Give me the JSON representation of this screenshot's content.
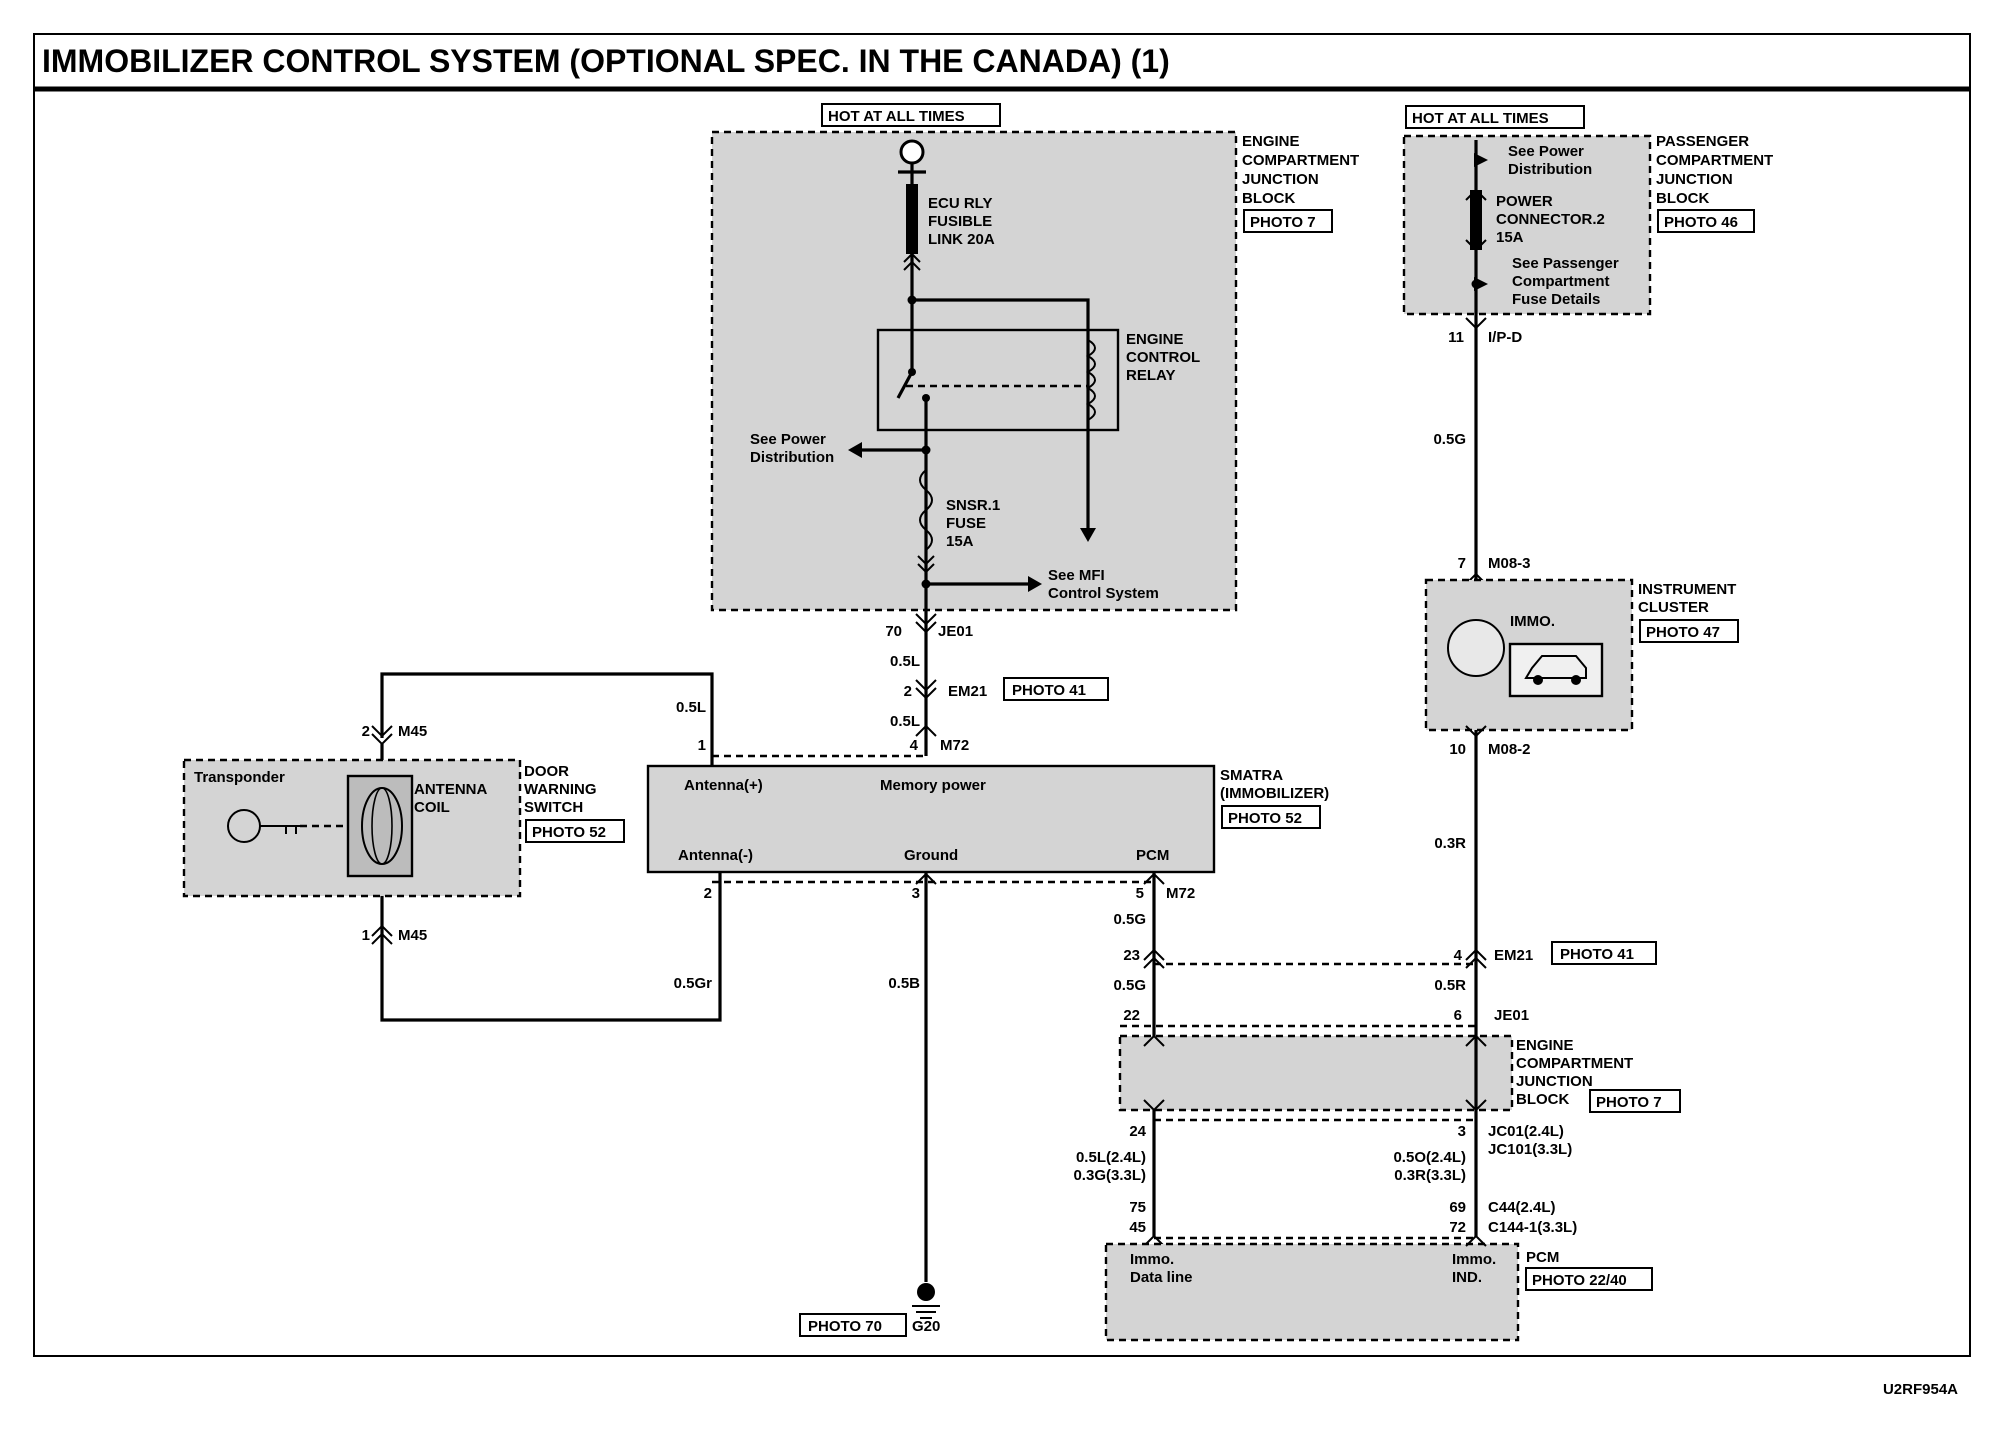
{
  "title": "IMMOBILIZER CONTROL SYSTEM (OPTIONAL SPEC. IN THE CANADA) (1)",
  "figure_code": "U2RF954A",
  "hot_at_all_times": "HOT AT ALL TIMES",
  "engine_jb": {
    "name": [
      "ENGINE",
      "COMPARTMENT",
      "JUNCTION",
      "BLOCK"
    ],
    "photo": "PHOTO 7",
    "fusible_link": [
      "ECU RLY",
      "FUSIBLE",
      "LINK 20A"
    ],
    "relay": [
      "ENGINE",
      "CONTROL",
      "RELAY"
    ],
    "see_power": [
      "See Power",
      "Distribution"
    ],
    "fuse": [
      "SNSR.1",
      "FUSE",
      "15A"
    ],
    "see_mfi": [
      "See MFI",
      "Control System"
    ]
  },
  "passenger_jb": {
    "name": [
      "PASSENGER",
      "COMPARTMENT",
      "JUNCTION",
      "BLOCK"
    ],
    "photo": "PHOTO 46",
    "see_power": [
      "See Power",
      "Distribution"
    ],
    "fuse": [
      "POWER",
      "CONNECTOR.2",
      "15A"
    ],
    "see_fuse": [
      "See Passenger",
      "Compartment",
      "Fuse Details"
    ]
  },
  "instrument_cluster": {
    "name": [
      "INSTRUMENT",
      "CLUSTER"
    ],
    "photo": "PHOTO 47",
    "immo": "IMMO."
  },
  "door_switch": {
    "name": [
      "DOOR",
      "WARNING",
      "SWITCH"
    ],
    "photo": "PHOTO 52",
    "transponder": "Transponder",
    "coil": [
      "ANTENNA",
      "COIL"
    ]
  },
  "smatra": {
    "name": [
      "SMATRA",
      "(IMMOBILIZER)"
    ],
    "photo": "PHOTO 52",
    "pins": {
      "antenna_pos": "Antenna(+)",
      "memory_power": "Memory power",
      "antenna_neg": "Antenna(-)",
      "ground": "Ground",
      "pcm": "PCM"
    }
  },
  "pcm": {
    "name": "PCM",
    "photo": "PHOTO 22/40",
    "immo_data": [
      "Immo.",
      "Data line"
    ],
    "immo_ind": [
      "Immo.",
      "IND."
    ]
  },
  "ground": {
    "photo": "PHOTO 70",
    "id": "G20"
  },
  "ecj_lower": {
    "name": [
      "ENGINE",
      "COMPARTMENT",
      "JUNCTION",
      "BLOCK"
    ],
    "photo": "PHOTO 7"
  },
  "connectors": {
    "je01_70": [
      "70",
      "JE01"
    ],
    "em21_2": [
      "2",
      "EM21"
    ],
    "em21_photo": "PHOTO 41",
    "m72_4": [
      "4",
      "M72"
    ],
    "m72_1": "1",
    "m72_2": "2",
    "m72_3": "3",
    "m72_5": [
      "5",
      "M72"
    ],
    "m45_2": [
      "2",
      "M45"
    ],
    "m45_1": [
      "1",
      "M45"
    ],
    "ipd_11": [
      "11",
      "I/P-D"
    ],
    "m08_7": [
      "7",
      "M08-3"
    ],
    "m08_10": [
      "10",
      "M08-2"
    ],
    "em21_4": [
      "4",
      "EM21"
    ],
    "em21_23": "23",
    "je01_6": [
      "6",
      "JE01"
    ],
    "je01_22": "22",
    "jc_24": "24",
    "jc_3": [
      "3",
      "JC01(2.4L)",
      "JC101(3.3L)"
    ],
    "pcm_75": "75",
    "pcm_45": "45",
    "pcm_69": [
      "69",
      "C44(2.4L)"
    ],
    "pcm_72": [
      "72",
      "C144-1(3.3L)"
    ]
  },
  "wires": {
    "w05L_a": "0.5L",
    "w05L_b": "0.5L",
    "w05L_c": "0.5L",
    "w05Gr": "0.5Gr",
    "w05B": "0.5B",
    "w05G_a": "0.5G",
    "w05G_b": "0.5G",
    "w05G_top": "0.5G",
    "w03R": "0.3R",
    "w05R": "0.5R",
    "w_left_jc": [
      "0.5L(2.4L)",
      "0.3G(3.3L)"
    ],
    "w_right_jc": [
      "0.5O(2.4L)",
      "0.3R(3.3L)"
    ]
  }
}
